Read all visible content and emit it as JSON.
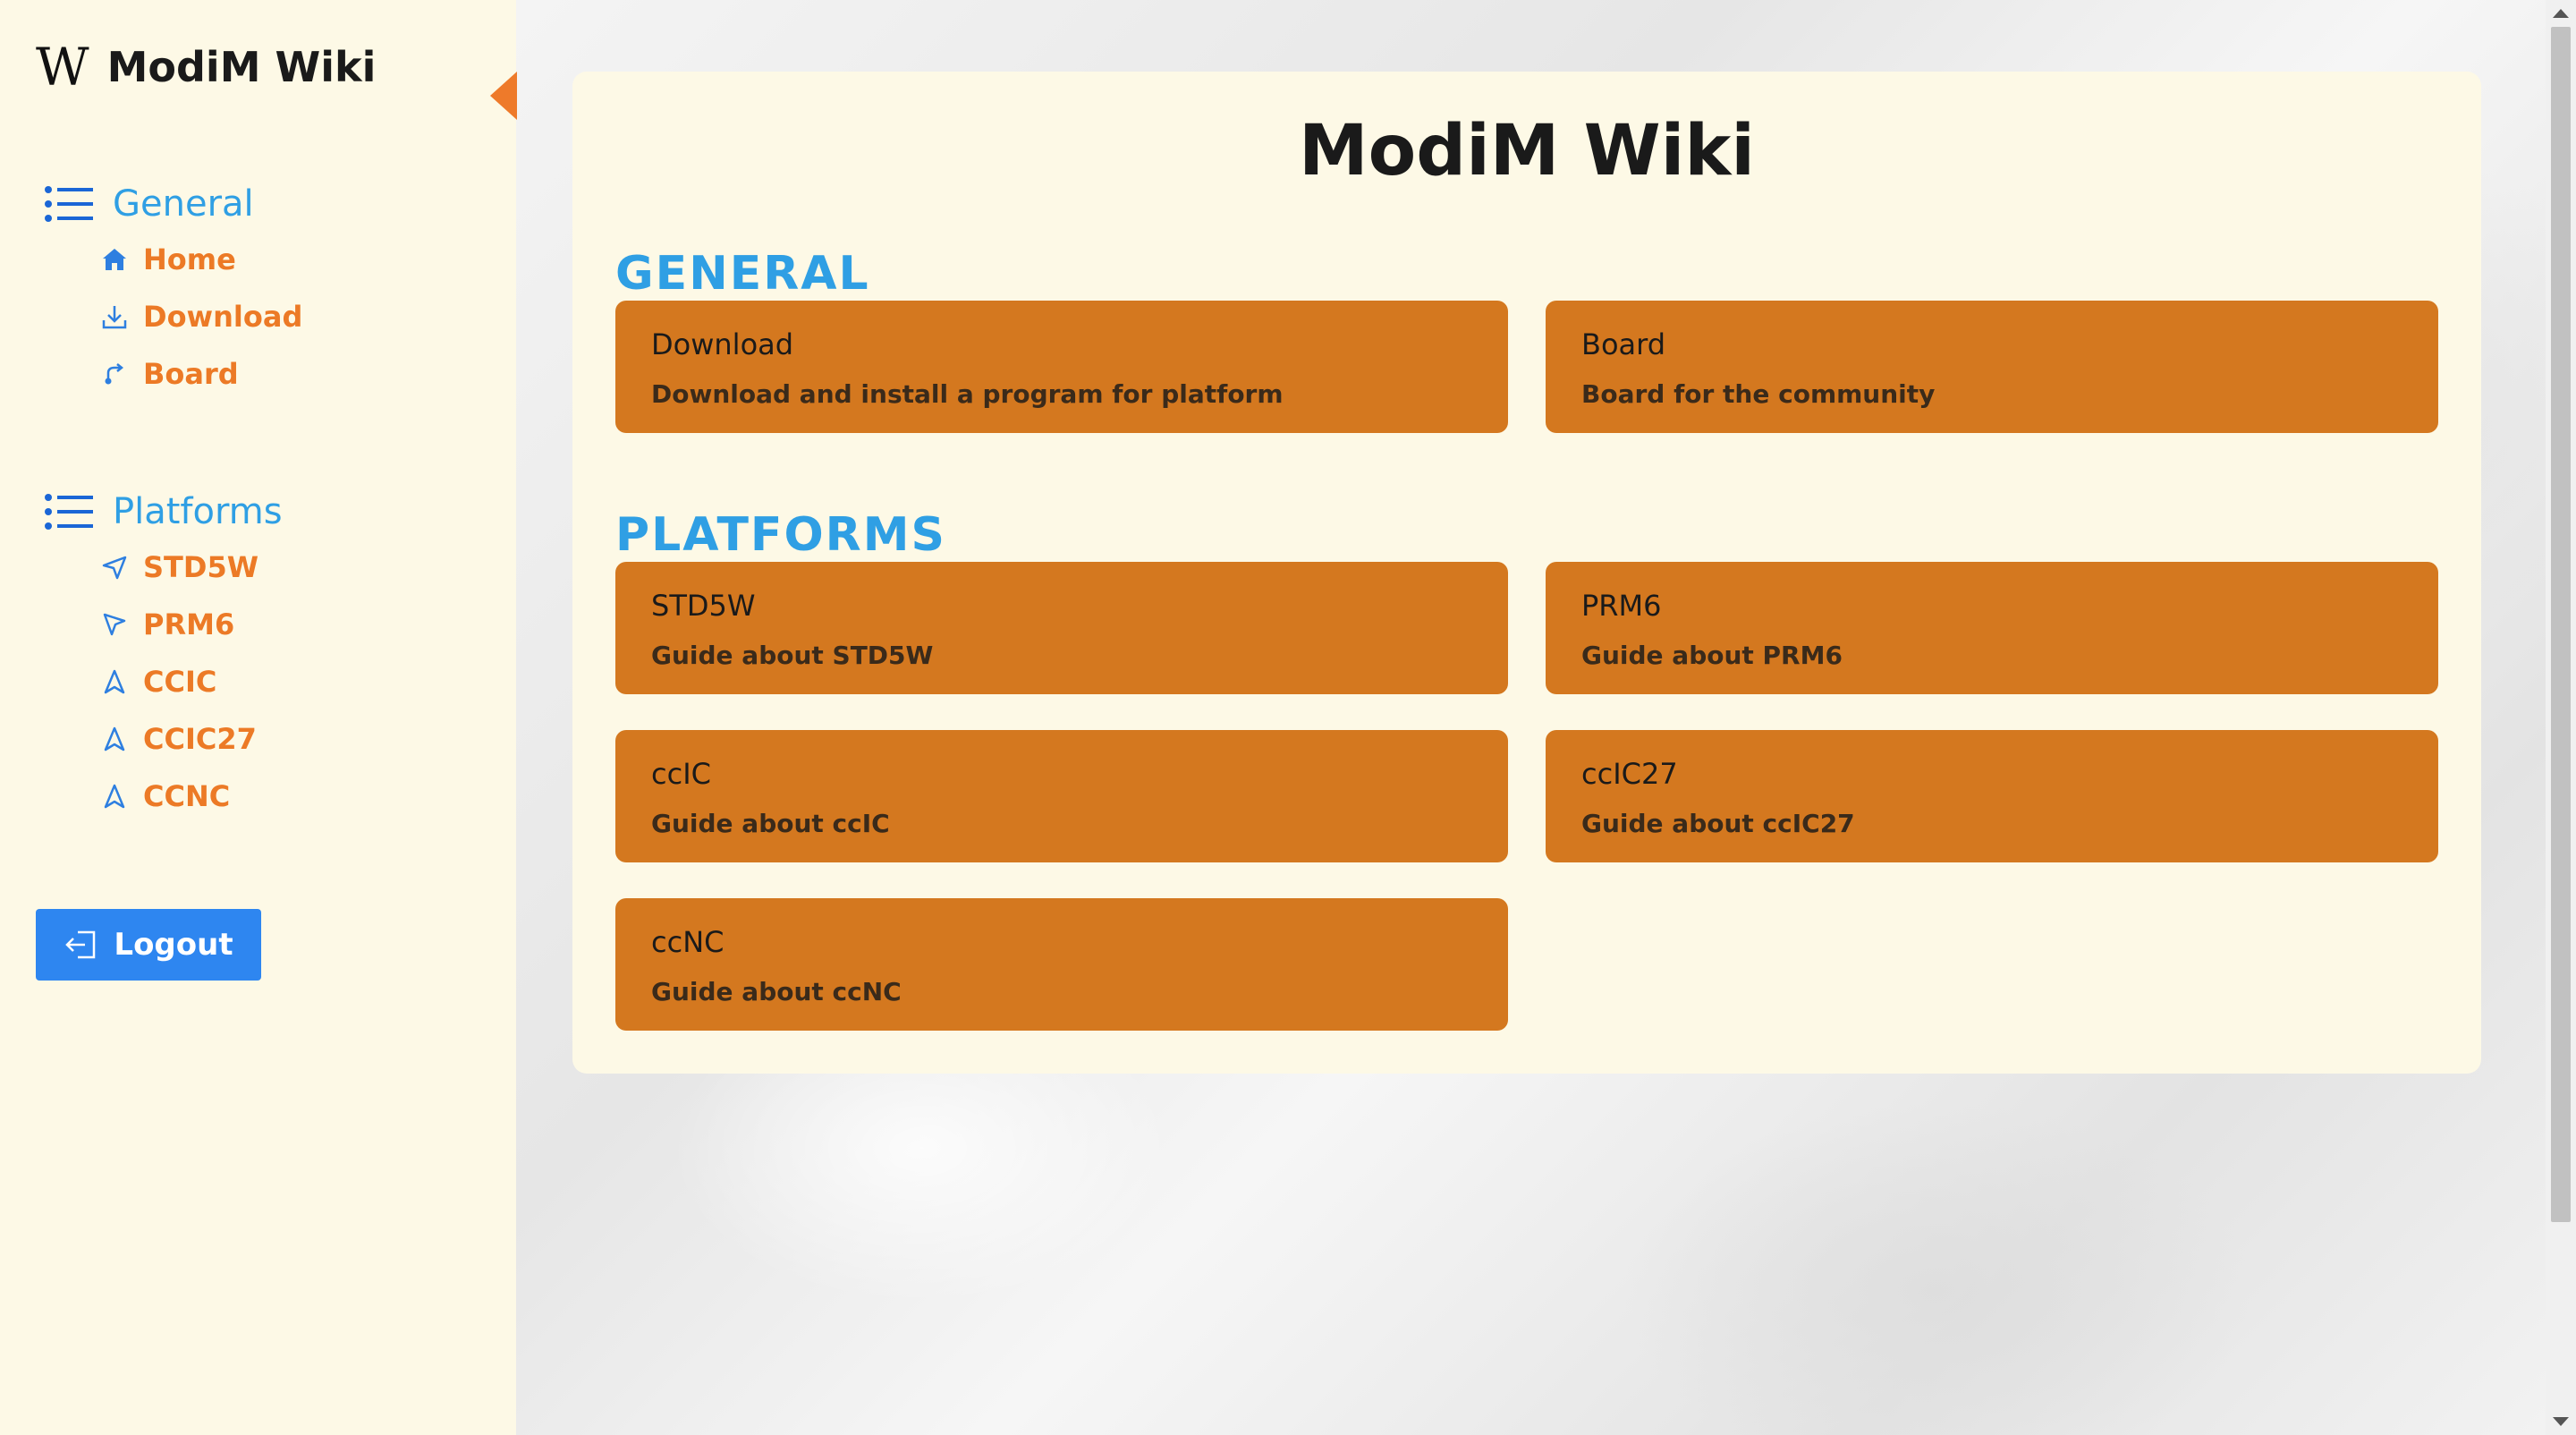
{
  "brand": {
    "logo": "W",
    "title": "ModiM Wiki"
  },
  "sidebar": {
    "sections": [
      {
        "heading": "General",
        "items": [
          {
            "label": "Home",
            "icon": "home-icon"
          },
          {
            "label": "Download",
            "icon": "download-icon"
          },
          {
            "label": "Board",
            "icon": "share-icon"
          }
        ]
      },
      {
        "heading": "Platforms",
        "items": [
          {
            "label": "STD5W",
            "icon": "send-icon"
          },
          {
            "label": "PRM6",
            "icon": "cursor-icon"
          },
          {
            "label": "CCIC",
            "icon": "navigation-icon"
          },
          {
            "label": "CCIC27",
            "icon": "navigation-icon"
          },
          {
            "label": "CCNC",
            "icon": "navigation-icon"
          }
        ]
      }
    ],
    "logout_label": "Logout"
  },
  "main": {
    "title": "ModiM Wiki",
    "sections": [
      {
        "title": "GENERAL",
        "tiles": [
          {
            "title": "Download",
            "desc": "Download and install a program for platform"
          },
          {
            "title": "Board",
            "desc": "Board for the community"
          }
        ]
      },
      {
        "title": "PLATFORMS",
        "tiles": [
          {
            "title": "STD5W",
            "desc": "Guide about STD5W"
          },
          {
            "title": "PRM6",
            "desc": "Guide about PRM6"
          },
          {
            "title": "ccIC",
            "desc": "Guide about ccIC"
          },
          {
            "title": "ccIC27",
            "desc": "Guide about ccIC27"
          },
          {
            "title": "ccNC",
            "desc": "Guide about ccNC"
          }
        ]
      }
    ]
  },
  "colors": {
    "sidebar_bg": "#fdf9e6",
    "accent_blue": "#2f9fe4",
    "accent_orange": "#ec7a26",
    "tile_bg": "#d4781f",
    "logout_bg": "#2e86f0"
  }
}
